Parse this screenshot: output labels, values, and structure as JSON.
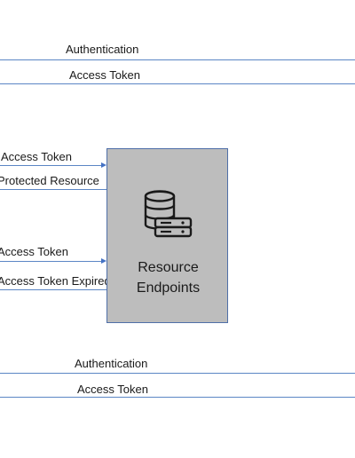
{
  "top_flow": {
    "authentication_label": "Authentication",
    "access_token_label": "Access Token"
  },
  "middle_flow": {
    "access_token_label_1": "Access Token",
    "protected_resource_label": "Protected Resource",
    "access_token_label_2": "Access Token",
    "access_token_expired_label": "Access Token Expired"
  },
  "resource_box": {
    "icon": "database-server-icon",
    "title_line_1": "Resource",
    "title_line_2": "Endpoints"
  },
  "bottom_flow": {
    "authentication_label": "Authentication",
    "access_token_label": "Access Token"
  },
  "colors": {
    "line": "#5b86c5",
    "arrow": "#4472c4",
    "box_fill": "#bdbdbd",
    "box_border": "#4f6fa8"
  }
}
